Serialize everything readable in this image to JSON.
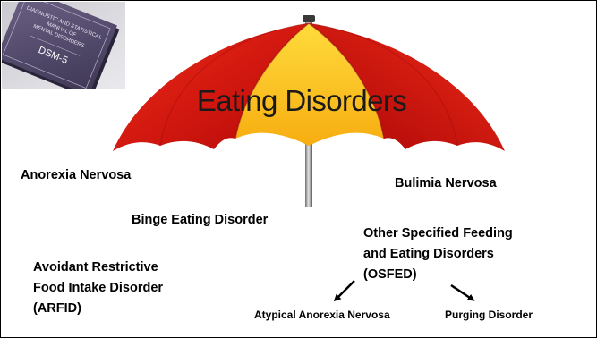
{
  "title": "Eating Disorders",
  "book": {
    "line1": "DIAGNOSTIC AND STATISTICAL",
    "line2": "MANUAL OF",
    "line3": "MENTAL DISORDERS",
    "edition": "DSM-5"
  },
  "labels": {
    "anorexia": "Anorexia Nervosa",
    "bulimia": "Bulimia Nervosa",
    "binge": "Binge Eating Disorder",
    "osfed": [
      "Other Specified Feeding",
      "and Eating Disorders",
      "(OSFED)"
    ],
    "arfid": [
      "Avoidant Restrictive",
      "Food Intake Disorder",
      "(ARFID)"
    ],
    "atypical": "Atypical Anorexia Nervosa",
    "purging": "Purging Disorder"
  },
  "colors": {
    "canopy_red": "#d91010",
    "canopy_yellow": "#ffc21a",
    "pole": "#9a9a9a",
    "book": "#5a5170"
  }
}
